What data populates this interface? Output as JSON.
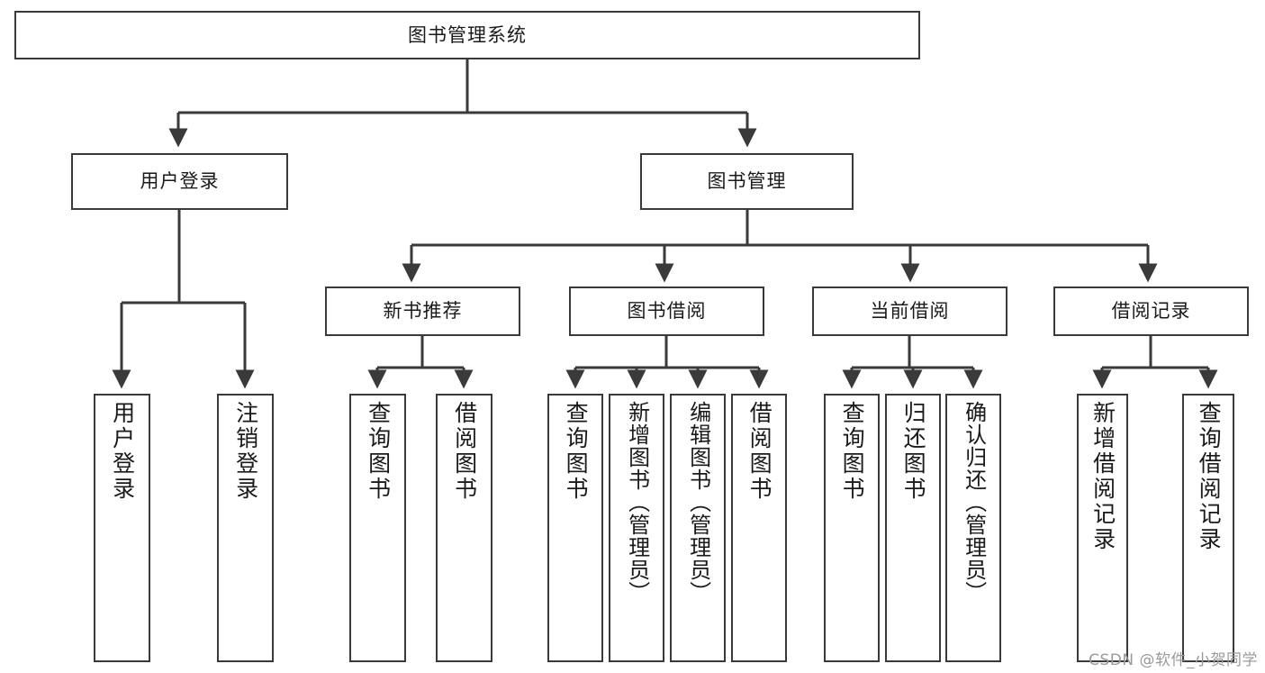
{
  "diagram": {
    "title": "图书管理系统",
    "watermark": "CSDN @软件_小贺同学",
    "line_color": "#3a3a3a",
    "box_fill": "#ffffff",
    "text_color": "#1a1a1a",
    "watermark_color": "#9a9a9a"
  },
  "nodes": {
    "root": "图书管理系统",
    "level2": {
      "user_login": "用户登录",
      "book_manage": "图书管理"
    },
    "level3": {
      "new_book_recommend": "新书推荐",
      "book_borrow": "图书借阅",
      "current_borrow": "当前借阅",
      "borrow_record": "借阅记录"
    },
    "leaves": {
      "user_login_1": "用户登录",
      "user_login_2": "注销登录",
      "new_book_1": "查询图书",
      "new_book_2": "借阅图书",
      "borrow_1": "查询图书",
      "borrow_2": "新增图书（管理员）",
      "borrow_3": "编辑图书（管理员）",
      "borrow_4": "借阅图书",
      "current_1": "查询图书",
      "current_2": "归还图书",
      "current_3": "确认归还（管理员）",
      "record_1": "新增借阅记录",
      "record_2": "查询借阅记录"
    }
  },
  "chart_data": {
    "type": "diagram",
    "title": "图书管理系统",
    "layout": "top-down tree",
    "tree": {
      "label": "图书管理系统",
      "children": [
        {
          "label": "用户登录",
          "children": [
            {
              "label": "用户登录",
              "children": []
            },
            {
              "label": "注销登录",
              "children": []
            }
          ]
        },
        {
          "label": "图书管理",
          "children": [
            {
              "label": "新书推荐",
              "children": [
                {
                  "label": "查询图书",
                  "children": []
                },
                {
                  "label": "借阅图书",
                  "children": []
                }
              ]
            },
            {
              "label": "图书借阅",
              "children": [
                {
                  "label": "查询图书",
                  "children": []
                },
                {
                  "label": "新增图书（管理员）",
                  "children": []
                },
                {
                  "label": "编辑图书（管理员）",
                  "children": []
                },
                {
                  "label": "借阅图书",
                  "children": []
                }
              ]
            },
            {
              "label": "当前借阅",
              "children": [
                {
                  "label": "查询图书",
                  "children": []
                },
                {
                  "label": "归还图书",
                  "children": []
                },
                {
                  "label": "确认归还（管理员）",
                  "children": []
                }
              ]
            },
            {
              "label": "借阅记录",
              "children": [
                {
                  "label": "新增借阅记录",
                  "children": []
                },
                {
                  "label": "查询借阅记录",
                  "children": []
                }
              ]
            }
          ]
        }
      ]
    }
  }
}
